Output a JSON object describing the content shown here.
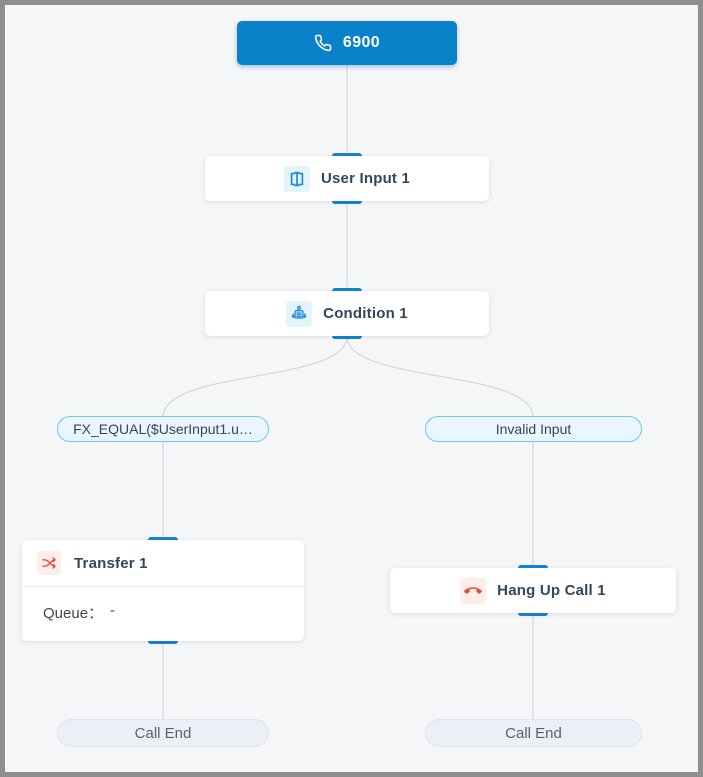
{
  "canvas": {
    "background": "#f5f6f8",
    "border_color": "#8f8f8f"
  },
  "colors": {
    "primary_blue": "#0a82ca",
    "port_blue": "#1583d5",
    "edge_gray": "#d2d6e0",
    "node_label": "#33475b",
    "icon_blue": "#1788d4",
    "icon_blue_bg": "#e3f4fc",
    "icon_red": "#e2503c",
    "icon_red_bg": "#fdeeea",
    "branch_bg": "#e9f6fd",
    "branch_border": "#70c6ef",
    "terminal_bg": "#edeff7"
  },
  "nodes": {
    "entry": {
      "label": "6900",
      "icon": "phone-icon"
    },
    "user_input": {
      "label": "User Input 1",
      "icon": "user-input-icon"
    },
    "condition": {
      "label": "Condition 1",
      "icon": "condition-icon"
    },
    "transfer": {
      "label": "Transfer 1",
      "icon": "shuffle-icon",
      "field_label": "Queue：",
      "field_value": "-"
    },
    "hangup": {
      "label": "Hang Up Call 1",
      "icon": "hangup-phone-icon"
    }
  },
  "branches": {
    "left": {
      "label": "FX_EQUAL($UserInput1.u…"
    },
    "right": {
      "label": "Invalid Input"
    }
  },
  "terminals": {
    "left": {
      "label": "Call End"
    },
    "right": {
      "label": "Call End"
    }
  }
}
